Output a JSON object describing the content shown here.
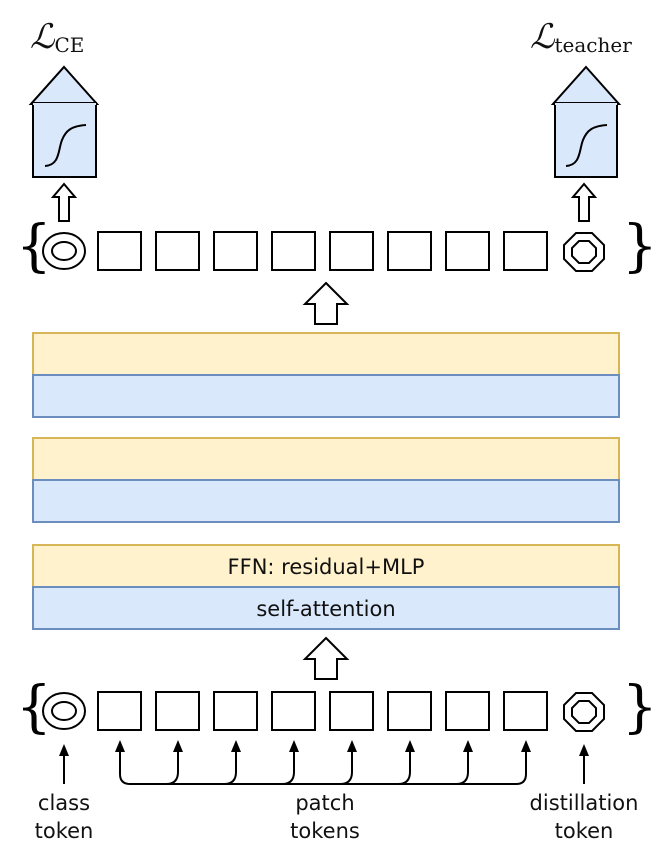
{
  "losses": {
    "left": {
      "symbol": "ℒ",
      "subscript": "CE"
    },
    "right": {
      "symbol": "ℒ",
      "subscript": "teacher"
    }
  },
  "layers": {
    "top_ffn_label": "",
    "top_attn_label": "",
    "mid_ffn_label": "",
    "mid_attn_label": "",
    "bottom_ffn_label": "FFN: residual+MLP",
    "bottom_attn_label": "self-attention"
  },
  "captions": {
    "class_token": [
      "class",
      "token"
    ],
    "patch_tokens": [
      "patch",
      "tokens"
    ],
    "distillation_token": [
      "distillation",
      "token"
    ]
  },
  "colors": {
    "ffn_fill": "#fff2cc",
    "ffn_stroke": "#d6b656",
    "attn_fill": "#dae8fc",
    "attn_stroke": "#6c8ebf",
    "head_fill": "#dae8fc"
  }
}
